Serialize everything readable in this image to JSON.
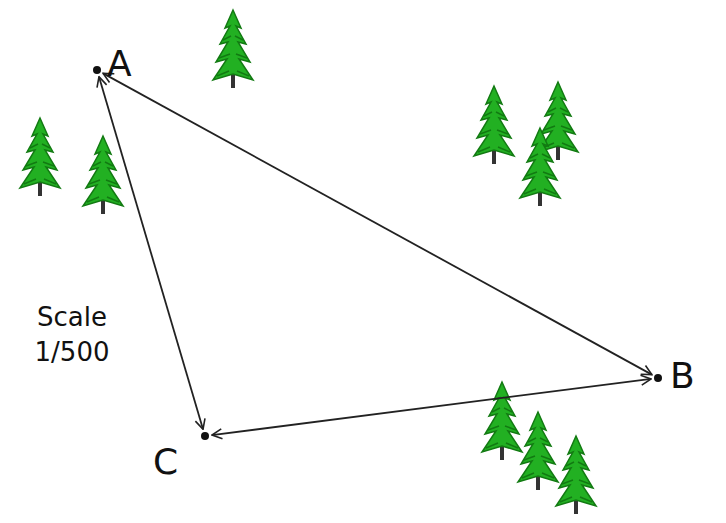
{
  "diagram": {
    "nodes": [
      {
        "text": [
          "A"
        ]
      },
      {
        "text": [
          "B"
        ]
      },
      {
        "text": [
          "C"
        ]
      }
    ],
    "edges": [
      {
        "from": 0,
        "to": 1,
        "arrow": "both"
      },
      {
        "from": 0,
        "to": 2,
        "arrow": "both"
      },
      {
        "from": 2,
        "to": 1,
        "arrow": "both"
      }
    ],
    "labels": [
      "Scale 1/500"
    ]
  }
}
